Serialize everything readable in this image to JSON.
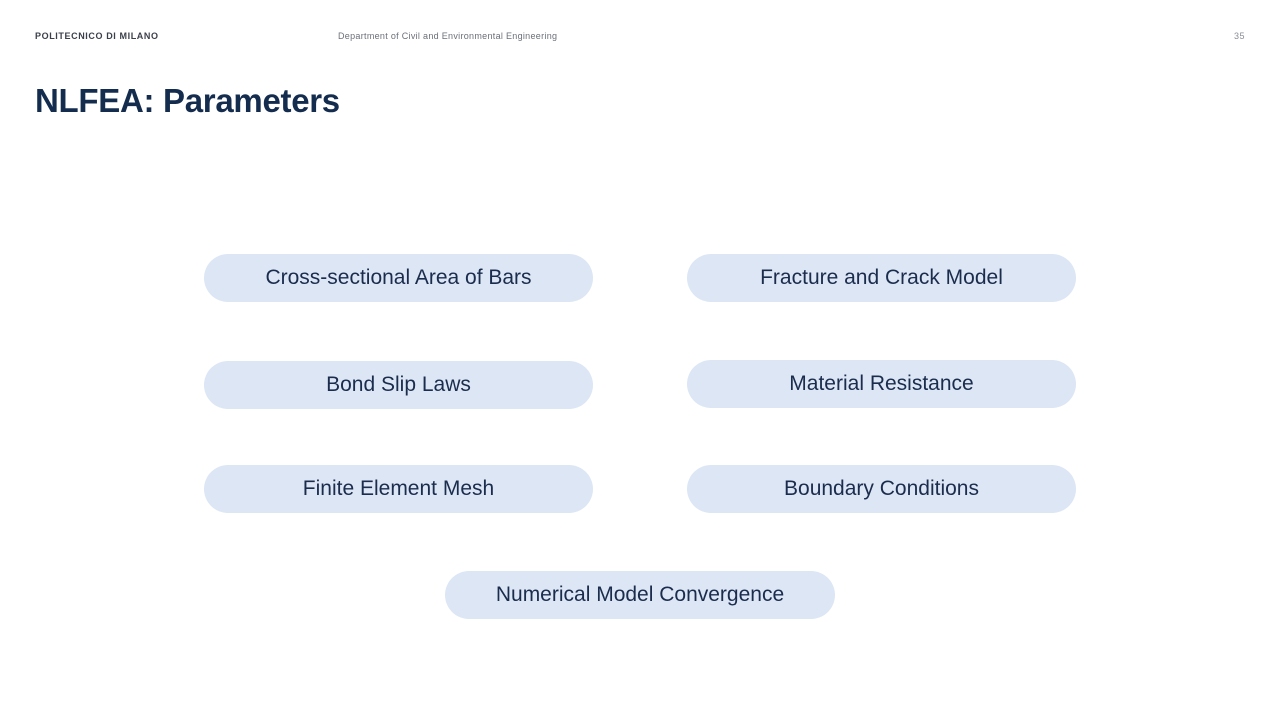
{
  "header": {
    "institution": "POLITECNICO DI MILANO",
    "department": "Department of Civil and Environmental Engineering",
    "page_number": "35"
  },
  "slide": {
    "title": "NLFEA: Parameters"
  },
  "parameters": [
    {
      "label": "Cross-sectional Area of Bars"
    },
    {
      "label": "Fracture and Crack Model"
    },
    {
      "label": "Bond Slip Laws"
    },
    {
      "label": "Material Resistance"
    },
    {
      "label": "Finite Element Mesh"
    },
    {
      "label": "Boundary Conditions"
    },
    {
      "label": "Numerical Model Convergence"
    }
  ],
  "colors": {
    "title": "#142c4e",
    "pill_background": "#dce6f5",
    "pill_text": "#1b2c4d"
  }
}
